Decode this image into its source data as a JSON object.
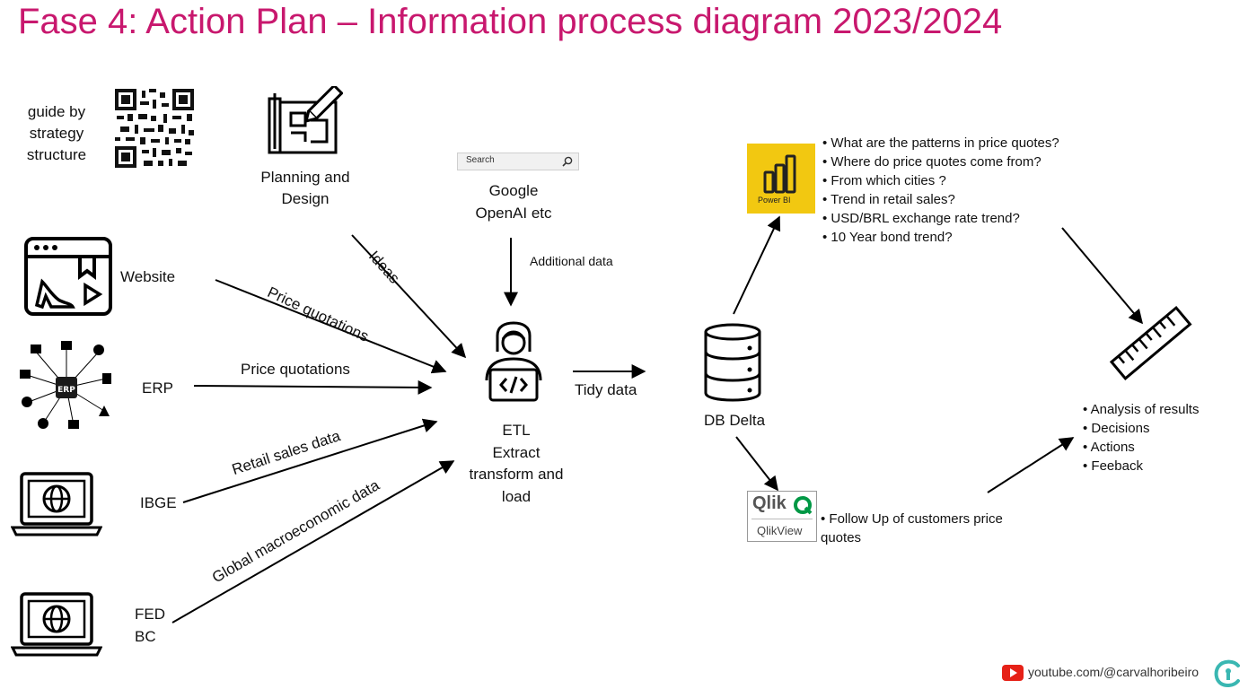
{
  "title": "Fase 4: Action Plan – Information process diagram 2023/2024",
  "guide": [
    "guide by",
    "strategy",
    "structure"
  ],
  "planning": [
    "Planning and",
    "Design"
  ],
  "search": {
    "label": "Search",
    "caption": [
      "Google",
      "OpenAI etc"
    ]
  },
  "sources": {
    "website": "Website",
    "erp": "ERP",
    "erp_icon_text": "ERP",
    "ibge": "IBGE",
    "fed": [
      "FED",
      "BC"
    ]
  },
  "edge_labels": {
    "ideas": "Ideas",
    "price_quotations_1": "Price quotations",
    "price_quotations_2": "Price quotations",
    "retail_sales": "Retail sales data",
    "global_macro": "Global macroeconomic data",
    "additional": "Additional data",
    "tidy": "Tidy data"
  },
  "etl": [
    "ETL",
    "Extract",
    "transform and",
    "load"
  ],
  "db": "DB Delta",
  "powerbi": {
    "label": "Power BI",
    "questions": [
      "What are the patterns in price quotes?",
      "Where do price quotes come from?",
      "From which cities ?",
      "Trend in retail sales?",
      "USD/BRL exchange rate trend?",
      "10 Year bond trend?"
    ]
  },
  "qlik": {
    "logo": "Qlik",
    "sub": "QlikView",
    "items": [
      "Follow Up of customers price",
      "quotes"
    ]
  },
  "results": [
    "Analysis of results",
    "Decisions",
    "Actions",
    "Feeback"
  ],
  "footer": "youtube.com/@carvalhoribeiro",
  "colors": {
    "title": "#c8186e",
    "powerbi": "#f2c811",
    "qlik": "#009845",
    "youtube": "#e62117",
    "teal": "#3ab7b2"
  }
}
